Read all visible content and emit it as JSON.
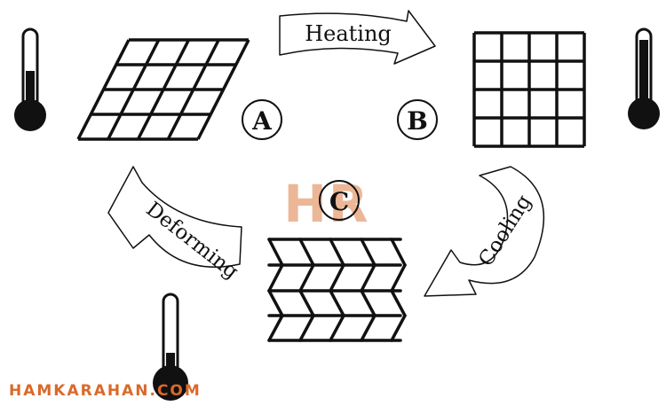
{
  "labels": {
    "heating": "Heating",
    "cooling": "Cooling",
    "deforming": "Deforming"
  },
  "states": {
    "a": "A",
    "b": "B",
    "c": "C"
  },
  "watermark": {
    "site": "HAMKARAHAN.COM",
    "logo_letters": "HR"
  },
  "colors": {
    "ink": "#111111",
    "watermark_orange": "#d9692a",
    "logo_peach": "#eab08c"
  },
  "thermometers": {
    "a_level": 0.45,
    "b_level": 0.85,
    "c_level": 0.35
  }
}
